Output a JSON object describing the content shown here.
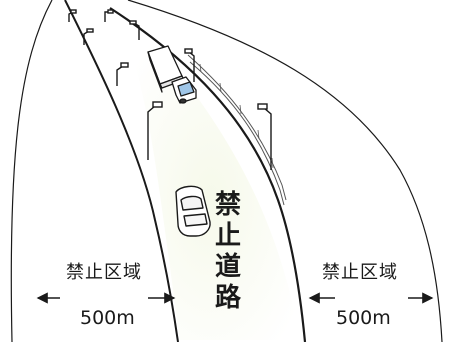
{
  "road": {
    "label_chars": [
      "禁",
      "止",
      "道",
      "路"
    ]
  },
  "left_zone": {
    "label": "禁止区域",
    "distance": "500m"
  },
  "right_zone": {
    "label": "禁止区域",
    "distance": "500m"
  },
  "icons": [
    "truck-icon",
    "car-icon",
    "street-lamp-icon"
  ],
  "colors": {
    "road_center": "#f3f7e4",
    "line": "#1a1a1a",
    "truck_cab": "#9fc6e8"
  }
}
